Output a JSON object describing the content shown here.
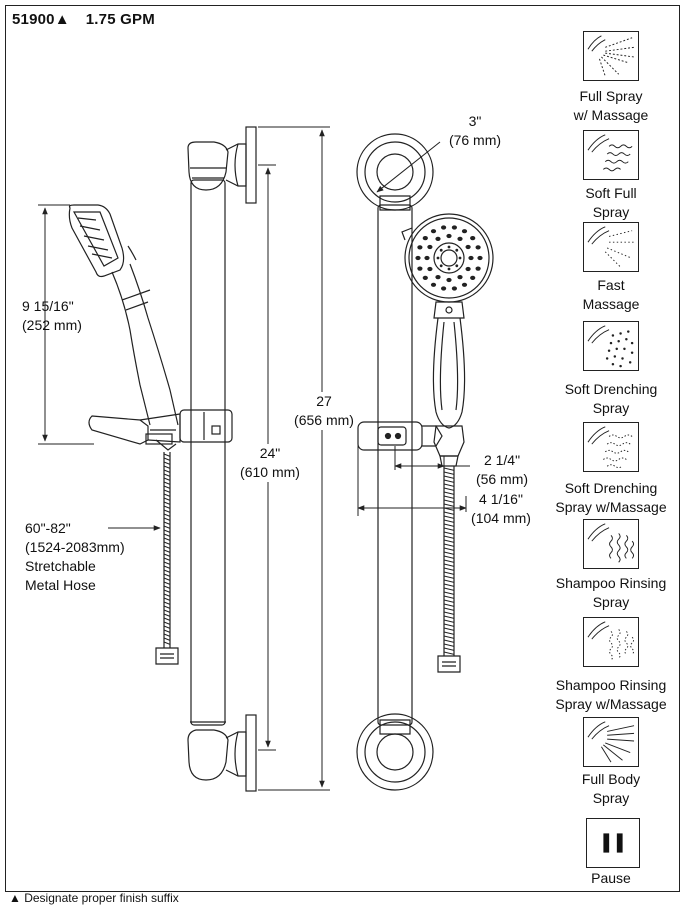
{
  "header": {
    "model": "51900▲",
    "flow": "1.75 GPM"
  },
  "dimensions": {
    "handspray_height": [
      "9 15/16\"",
      "(252 mm)"
    ],
    "hose_length": [
      "60\"-82\"",
      "(1524-2083mm)",
      "Stretchable",
      "Metal Hose"
    ],
    "overall_length": [
      "27",
      "(656 mm)"
    ],
    "mount_spacing": [
      "24\"",
      "(610 mm)"
    ],
    "flange_diameter": [
      "3\"",
      "(76 mm)"
    ],
    "slider_offset": [
      "2 1/4\"",
      "(56 mm)"
    ],
    "total_projection": [
      "4 1/16\"",
      "(104 mm)"
    ]
  },
  "spray_functions": [
    {
      "icon": "full-spray-massage-icon",
      "lines": [
        "Full Spray",
        "w/ Massage"
      ]
    },
    {
      "icon": "soft-full-spray-icon",
      "lines": [
        "Soft Full",
        "Spray"
      ]
    },
    {
      "icon": "fast-massage-icon",
      "lines": [
        "Fast",
        "Massage"
      ]
    },
    {
      "icon": "soft-drenching-spray-icon",
      "lines": [
        "Soft Drenching",
        "Spray"
      ]
    },
    {
      "icon": "soft-drenching-massage-icon",
      "lines": [
        "Soft Drenching",
        "Spray w/Massage"
      ]
    },
    {
      "icon": "shampoo-rinsing-spray-icon",
      "lines": [
        "Shampoo Rinsing",
        "Spray"
      ]
    },
    {
      "icon": "shampoo-rinsing-massage-icon",
      "lines": [
        "Shampoo Rinsing",
        "Spray w/Massage"
      ]
    },
    {
      "icon": "full-body-spray-icon",
      "lines": [
        "Full Body",
        "Spray"
      ]
    },
    {
      "icon": "pause-icon",
      "lines": [
        "Pause"
      ]
    }
  ],
  "footnote": "▲ Designate proper finish suffix"
}
